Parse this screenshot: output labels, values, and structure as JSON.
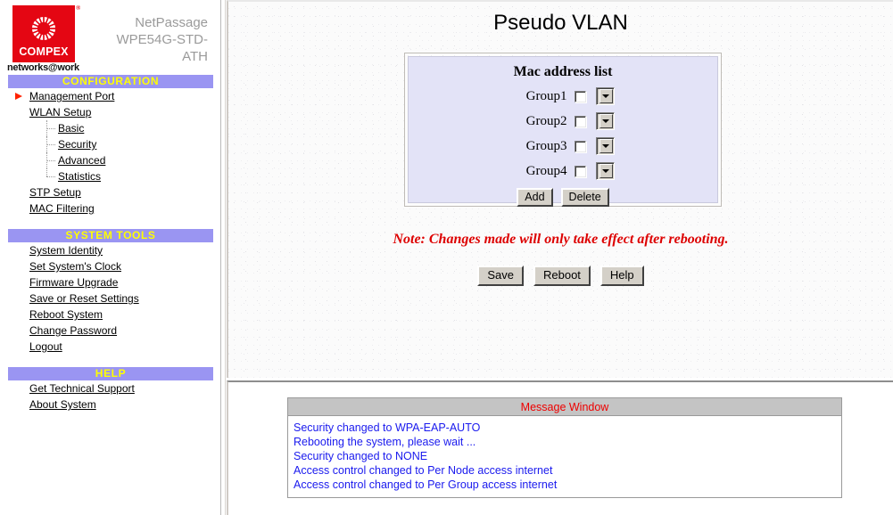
{
  "brand": {
    "logo_word": "COMPEX",
    "logo_reg": "®",
    "tagline": "networks@work",
    "model": "NetPassage WPE54G-STD-ATH"
  },
  "sidebar": {
    "sections": [
      {
        "title": "CONFIGURATION",
        "items": [
          {
            "label": "Management Port",
            "marker": true,
            "sub": false
          },
          {
            "label": "WLAN Setup",
            "marker": false,
            "sub": false
          },
          {
            "label": "Basic",
            "marker": false,
            "sub": true
          },
          {
            "label": "Security",
            "marker": false,
            "sub": true
          },
          {
            "label": "Advanced",
            "marker": false,
            "sub": true
          },
          {
            "label": "Statistics",
            "marker": false,
            "sub": true
          },
          {
            "label": "STP Setup",
            "marker": false,
            "sub": false
          },
          {
            "label": "MAC Filtering",
            "marker": false,
            "sub": false
          }
        ]
      },
      {
        "title": "SYSTEM TOOLS",
        "items": [
          {
            "label": "System Identity",
            "marker": false,
            "sub": false
          },
          {
            "label": "Set System's Clock",
            "marker": false,
            "sub": false
          },
          {
            "label": "Firmware Upgrade",
            "marker": false,
            "sub": false
          },
          {
            "label": "Save or Reset Settings",
            "marker": false,
            "sub": false
          },
          {
            "label": "Reboot System",
            "marker": false,
            "sub": false
          },
          {
            "label": "Change Password",
            "marker": false,
            "sub": false
          },
          {
            "label": "Logout",
            "marker": false,
            "sub": false
          }
        ]
      },
      {
        "title": "HELP",
        "items": [
          {
            "label": "Get Technical Support",
            "marker": false,
            "sub": false
          },
          {
            "label": "About System",
            "marker": false,
            "sub": false
          }
        ]
      }
    ]
  },
  "main": {
    "page_title": "Pseudo VLAN",
    "panel": {
      "title": "Mac address list",
      "groups": [
        {
          "label": "Group1",
          "checked": false,
          "selected": ""
        },
        {
          "label": "Group2",
          "checked": false,
          "selected": ""
        },
        {
          "label": "Group3",
          "checked": false,
          "selected": ""
        },
        {
          "label": "Group4",
          "checked": false,
          "selected": ""
        }
      ],
      "add_label": "Add",
      "delete_label": "Delete"
    },
    "note": "Note: Changes made will only take effect after rebooting.",
    "actions": {
      "save_label": "Save",
      "reboot_label": "Reboot",
      "help_label": "Help"
    }
  },
  "message_window": {
    "title": "Message Window",
    "lines": [
      "Security changed to WPA-EAP-AUTO",
      "Rebooting the system, please wait ...",
      "Security changed to NONE",
      "Access control changed to Per Node access internet",
      "Access control changed to Per Group access internet"
    ]
  },
  "colors": {
    "section_header_bg": "#9a95f2",
    "section_header_text": "#ffff00",
    "logo_red": "#e40613",
    "note_red": "#dd0000",
    "msg_title_red": "#ee0000",
    "msg_line_blue": "#1a1aee",
    "panel_bg": "#e3e3f7"
  }
}
